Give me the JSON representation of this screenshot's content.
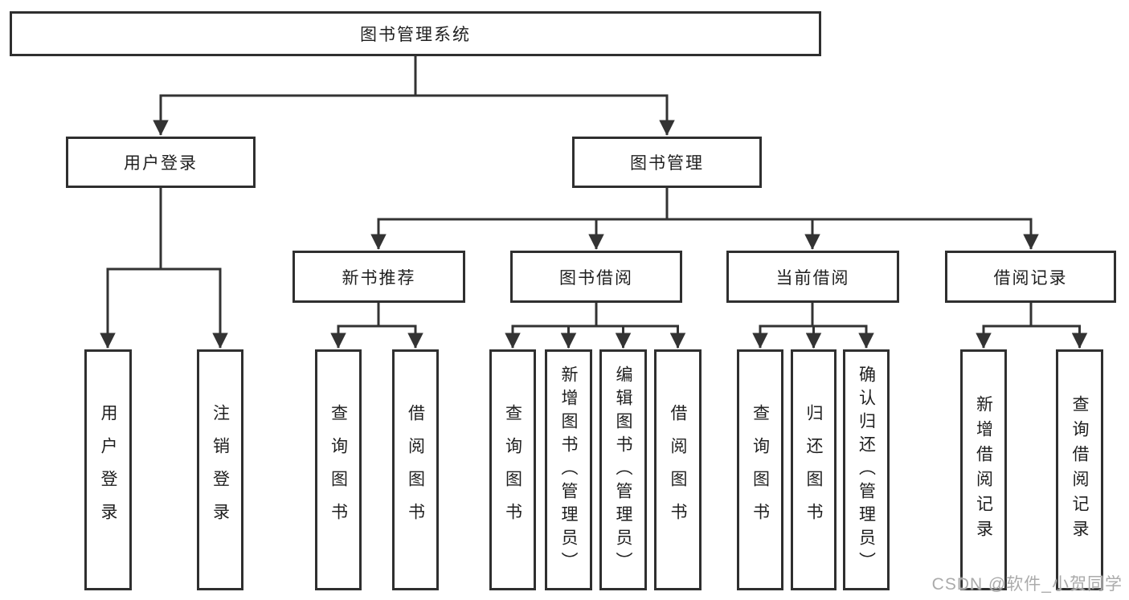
{
  "tree": {
    "root": {
      "label": "图书管理系统"
    },
    "branches": [
      {
        "label": "用户登录",
        "children": [
          {
            "label": "用户登录"
          },
          {
            "label": "注销登录"
          }
        ]
      },
      {
        "label": "图书管理",
        "children": [
          {
            "label": "新书推荐",
            "children": [
              {
                "label": "查询图书"
              },
              {
                "label": "借阅图书"
              }
            ]
          },
          {
            "label": "图书借阅",
            "children": [
              {
                "label": "查询图书"
              },
              {
                "label": "新增图书（管理员）"
              },
              {
                "label": "编辑图书（管理员）"
              },
              {
                "label": "借阅图书"
              }
            ]
          },
          {
            "label": "当前借阅",
            "children": [
              {
                "label": "查询图书"
              },
              {
                "label": "归还图书"
              },
              {
                "label": "确认归还（管理员）"
              }
            ]
          },
          {
            "label": "借阅记录",
            "children": [
              {
                "label": "新增借阅记录"
              },
              {
                "label": "查询借阅记录"
              }
            ]
          }
        ]
      }
    ]
  },
  "watermark": {
    "text": "CSDN @软件_小贺同学"
  },
  "colors": {
    "line": "#333333",
    "text": "#1f1f1f",
    "box_border": "#2f2f2f",
    "background": "#ffffff",
    "watermark": "#ababab"
  }
}
